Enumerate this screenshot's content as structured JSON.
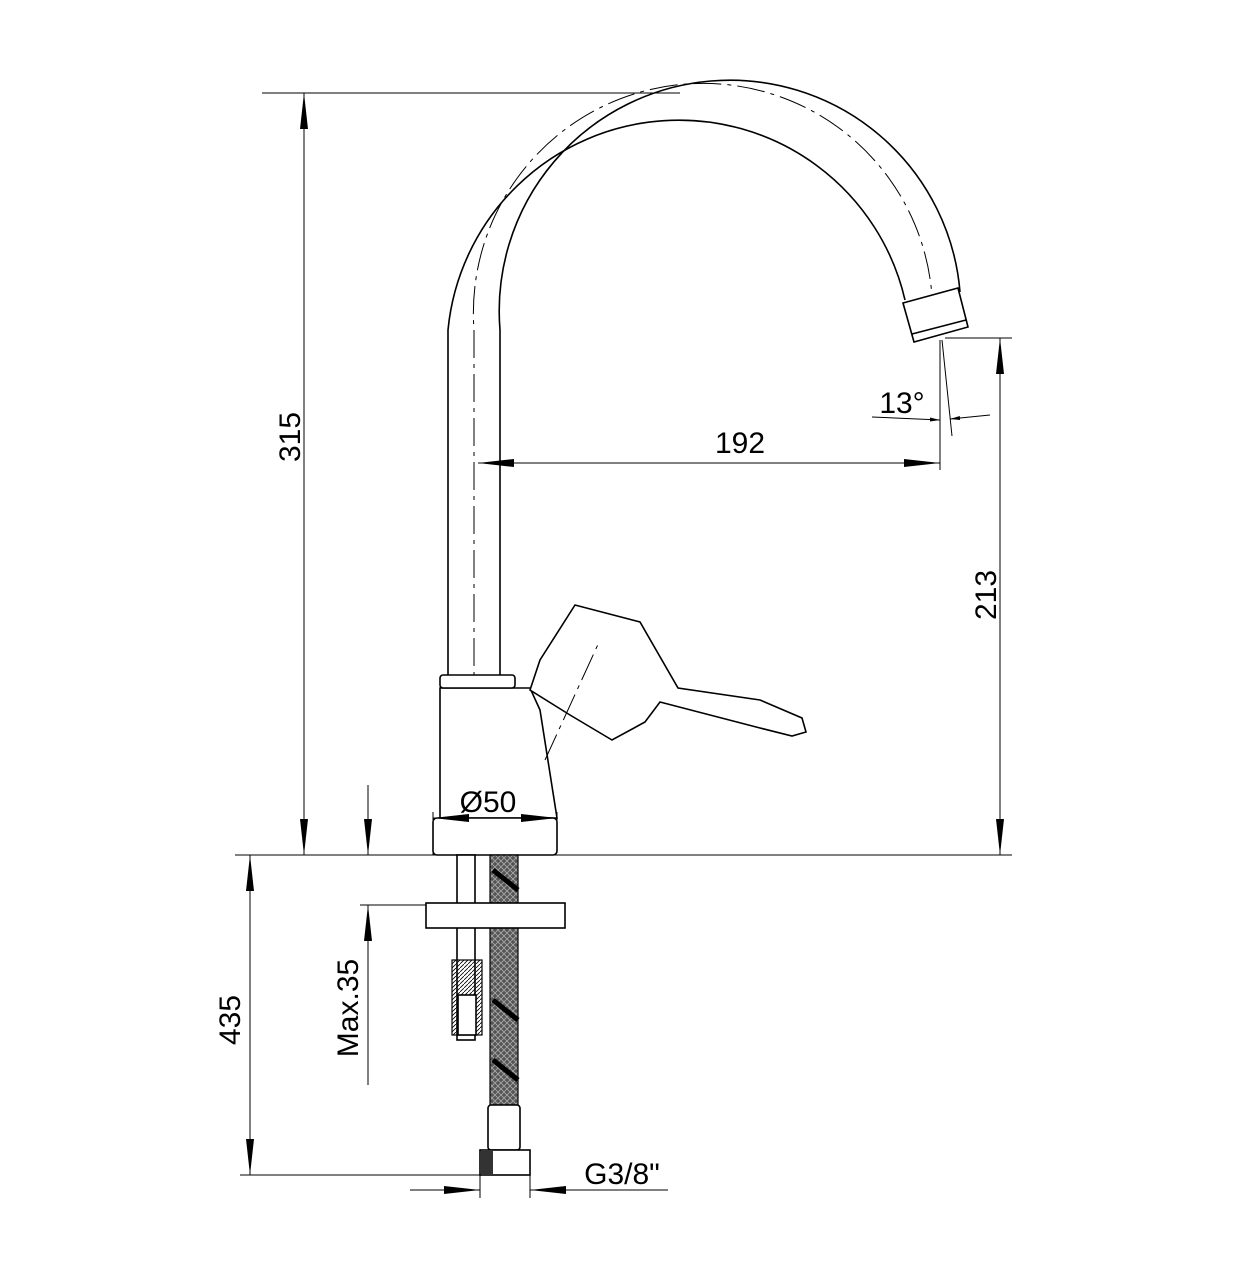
{
  "drawing": {
    "title": "Faucet dimension drawing",
    "dimensions": {
      "total_height": "315",
      "spout_reach": "192",
      "spout_height": "213",
      "spout_angle": "13°",
      "base_diameter": "Ø50",
      "max_deck_thickness": "Max.35",
      "hose_length": "435",
      "connection_thread": "G3/8\""
    },
    "colors": {
      "line": "#000000",
      "background": "#ffffff"
    }
  }
}
